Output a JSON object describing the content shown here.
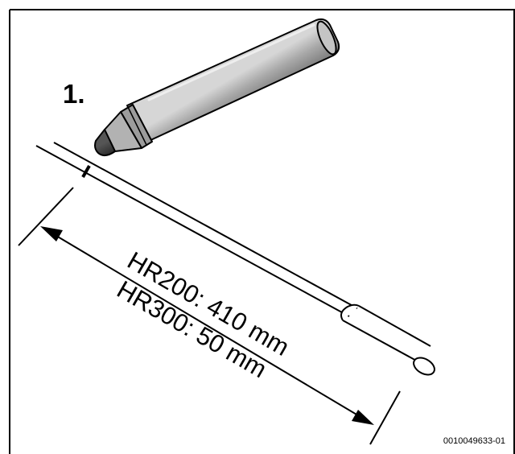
{
  "step": {
    "number": "1."
  },
  "dimension": {
    "hr200_label": "HR200: 410 mm",
    "hr300_label": "HR300: 50 mm"
  },
  "figure": {
    "reference_code": "0010049633-01"
  },
  "colors": {
    "pen_body": "#a8a8a8",
    "pen_shadow": "#7a7a7a",
    "pen_highlight": "#d6d6d6",
    "tip": "#2a2a2a",
    "line": "#000000",
    "frame": "#000000"
  }
}
